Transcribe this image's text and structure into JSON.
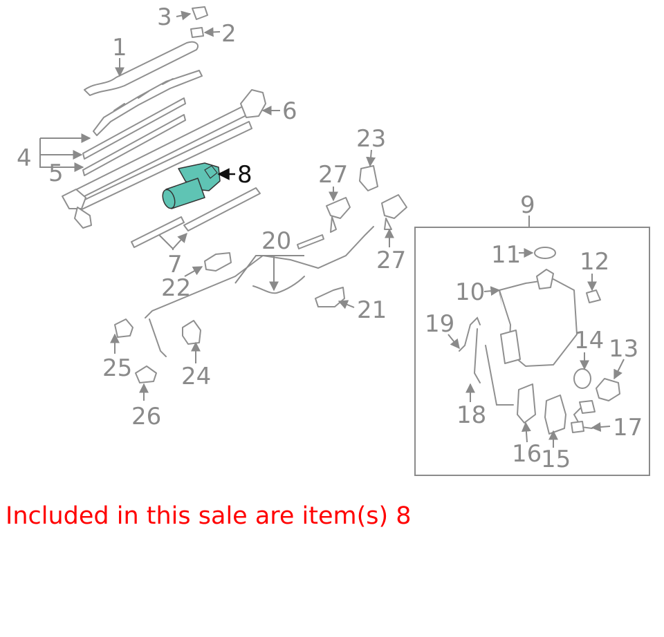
{
  "diagram": {
    "callouts": [
      "1",
      "2",
      "3",
      "4",
      "5",
      "6",
      "7",
      "8",
      "9",
      "10",
      "11",
      "12",
      "13",
      "14",
      "15",
      "16",
      "17",
      "18",
      "19",
      "20",
      "21",
      "22",
      "23",
      "24",
      "25",
      "26",
      "27",
      "27"
    ],
    "highlighted_item": "8",
    "highlight_color": "#5fc4b4",
    "line_color": "#8f8f8f",
    "label_color": "#8a8a8a"
  },
  "note": {
    "text": "Included in this sale are item(s) 8",
    "color": "#ff0000"
  }
}
